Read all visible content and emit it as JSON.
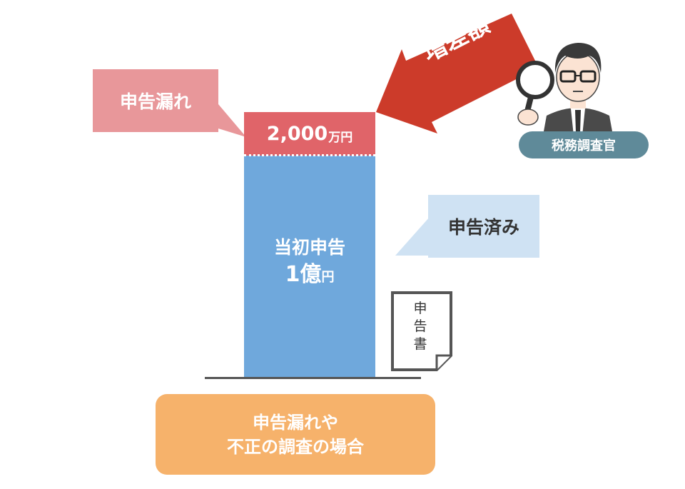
{
  "undeclared": {
    "callout_label": "申告漏れ",
    "amount": "2,000",
    "unit": "万円"
  },
  "initial": {
    "label": "当初申告",
    "amount": "1億",
    "unit": "円"
  },
  "declared_callout": "申告済み",
  "increase_arrow_label": "増差額",
  "officer_label": "税務調査官",
  "document_chars": [
    "申",
    "告",
    "書"
  ],
  "case_box": {
    "line1": "申告漏れや",
    "line2": "不正の調査の場合"
  },
  "colors": {
    "undeclared_red": "#e06469",
    "initial_blue": "#6fa8dc",
    "arrow_red": "#cc3b2a",
    "case_orange": "#f6b26b",
    "officer_teal": "#5f8a99"
  }
}
